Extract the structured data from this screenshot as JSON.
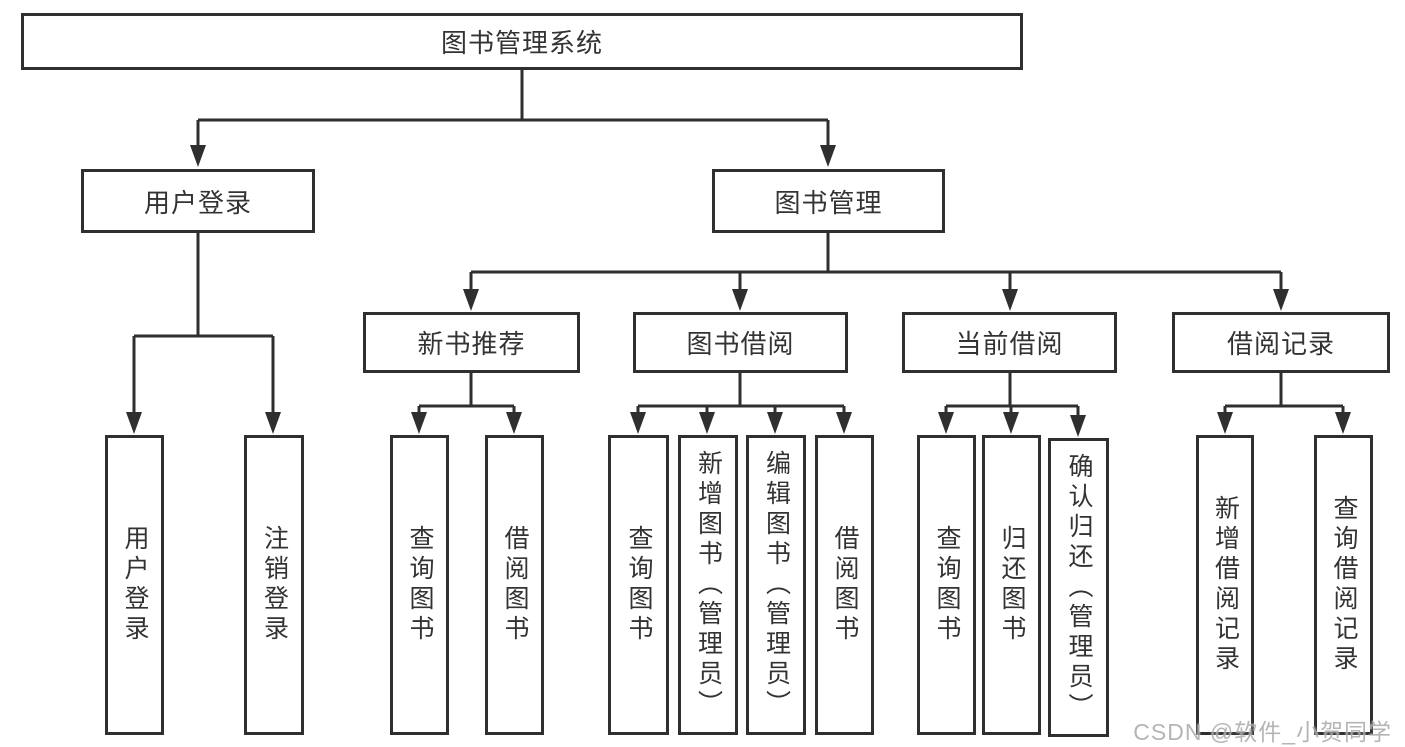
{
  "root": {
    "label": "图书管理系统"
  },
  "branches": [
    {
      "label": "用户登录",
      "children": [
        {
          "label": "用户登录"
        },
        {
          "label": "注销登录"
        }
      ]
    },
    {
      "label": "图书管理",
      "children": [
        {
          "label": "新书推荐",
          "children": [
            {
              "label": "查询图书"
            },
            {
              "label": "借阅图书"
            }
          ]
        },
        {
          "label": "图书借阅",
          "children": [
            {
              "label": "查询图书"
            },
            {
              "label": "新增图书（管理员）"
            },
            {
              "label": "编辑图书（管理员）"
            },
            {
              "label": "借阅图书"
            }
          ]
        },
        {
          "label": "当前借阅",
          "children": [
            {
              "label": "查询图书"
            },
            {
              "label": "归还图书"
            },
            {
              "label": "确认归还（管理员）"
            }
          ]
        },
        {
          "label": "借阅记录",
          "children": [
            {
              "label": "新增借阅记录"
            },
            {
              "label": "查询借阅记录"
            }
          ]
        }
      ]
    }
  ],
  "watermark": "CSDN @软件_小贺同学",
  "colors": {
    "line": "#2f2f2f",
    "box_background": "#ffffff",
    "text": "#333333",
    "watermark": "#ababab"
  }
}
